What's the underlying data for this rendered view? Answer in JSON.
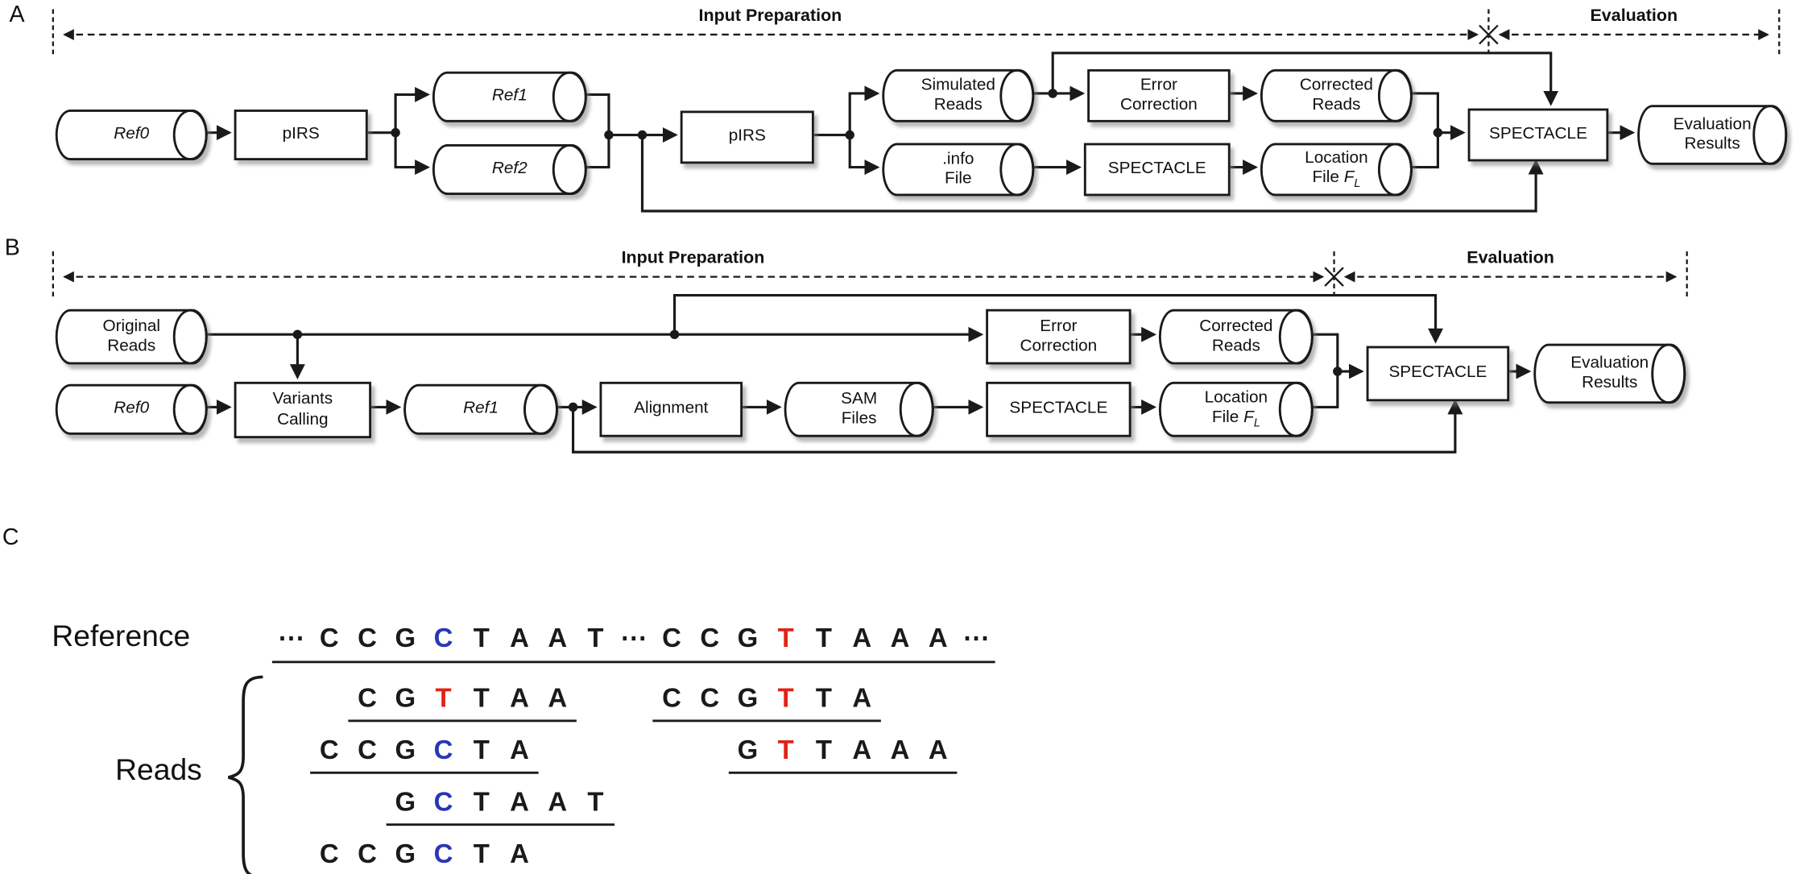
{
  "colors": {
    "blue": "#2b35b5",
    "red": "#e02318",
    "line": "#1a1a1a"
  },
  "panelA": {
    "label": "A",
    "phases": {
      "input": "Input Preparation",
      "evaluation": "Evaluation"
    },
    "nodes": {
      "ref0": "Ref0",
      "pirs1": "pIRS",
      "ref1": "Ref1",
      "ref2": "Ref2",
      "pirs2": "pIRS",
      "simreads": "Simulated\nReads",
      "infofile": ".info\nFile",
      "errcorr": "Error\nCorrection",
      "correads": "Corrected\nReads",
      "spectacle1": "SPECTACLE",
      "locfile": {
        "line1": "Location",
        "line2": "File ",
        "sym": "F",
        "sub": "L"
      },
      "spectacle2": "SPECTACLE",
      "evalres": "Evaluation\nResults"
    }
  },
  "panelB": {
    "label": "B",
    "phases": {
      "input": "Input Preparation",
      "evaluation": "Evaluation"
    },
    "nodes": {
      "origreads": "Original\nReads",
      "ref0": "Ref0",
      "varcall": "Variants\nCalling",
      "ref1": "Ref1",
      "align": "Alignment",
      "samfiles": "SAM\nFiles",
      "spectacle1": "SPECTACLE",
      "locfile": {
        "line1": "Location",
        "line2": "File ",
        "sym": "F",
        "sub": "L"
      },
      "errcorr": "Error\nCorrection",
      "correads": "Corrected\nReads",
      "spectacle2": "SPECTACLE",
      "evalres": "Evaluation\nResults"
    }
  },
  "panelC": {
    "label": "C",
    "reference_label": "Reference",
    "reads_label": "Reads",
    "reference_tokens": [
      {
        "ch": "⋯"
      },
      {
        "ch": "C"
      },
      {
        "ch": "C"
      },
      {
        "ch": "G"
      },
      {
        "ch": "C",
        "color": "blue"
      },
      {
        "ch": "T"
      },
      {
        "ch": "A"
      },
      {
        "ch": "A"
      },
      {
        "ch": "T"
      },
      {
        "ch": "⋯"
      },
      {
        "ch": "C"
      },
      {
        "ch": "C"
      },
      {
        "ch": "G"
      },
      {
        "ch": "T",
        "color": "red"
      },
      {
        "ch": "T"
      },
      {
        "ch": "A"
      },
      {
        "ch": "A"
      },
      {
        "ch": "A"
      },
      {
        "ch": "⋯"
      }
    ],
    "reads": [
      {
        "id": "read-row-1",
        "col": 2,
        "row": 0,
        "tokens": [
          {
            "ch": "C"
          },
          {
            "ch": "G"
          },
          {
            "ch": "T",
            "color": "red"
          },
          {
            "ch": "T"
          },
          {
            "ch": "A"
          },
          {
            "ch": "A"
          }
        ]
      },
      {
        "id": "read-row-2",
        "col": 10,
        "row": 0,
        "tokens": [
          {
            "ch": "C"
          },
          {
            "ch": "C"
          },
          {
            "ch": "G"
          },
          {
            "ch": "T",
            "color": "red"
          },
          {
            "ch": "T"
          },
          {
            "ch": "A"
          }
        ]
      },
      {
        "id": "read-row-3",
        "col": 1,
        "row": 1,
        "tokens": [
          {
            "ch": "C"
          },
          {
            "ch": "C"
          },
          {
            "ch": "G"
          },
          {
            "ch": "C",
            "color": "blue"
          },
          {
            "ch": "T"
          },
          {
            "ch": "A"
          }
        ]
      },
      {
        "id": "read-row-4",
        "col": 12,
        "row": 1,
        "tokens": [
          {
            "ch": "G"
          },
          {
            "ch": "T",
            "color": "red"
          },
          {
            "ch": "T"
          },
          {
            "ch": "A"
          },
          {
            "ch": "A"
          },
          {
            "ch": "A"
          }
        ]
      },
      {
        "id": "read-row-5",
        "col": 3,
        "row": 2,
        "tokens": [
          {
            "ch": "G"
          },
          {
            "ch": "C",
            "color": "blue"
          },
          {
            "ch": "T"
          },
          {
            "ch": "A"
          },
          {
            "ch": "A"
          },
          {
            "ch": "T"
          }
        ]
      },
      {
        "id": "read-row-6",
        "col": 1,
        "row": 3,
        "tokens": [
          {
            "ch": "C"
          },
          {
            "ch": "C"
          },
          {
            "ch": "G"
          },
          {
            "ch": "C",
            "color": "blue"
          },
          {
            "ch": "T"
          },
          {
            "ch": "A"
          }
        ]
      }
    ]
  }
}
